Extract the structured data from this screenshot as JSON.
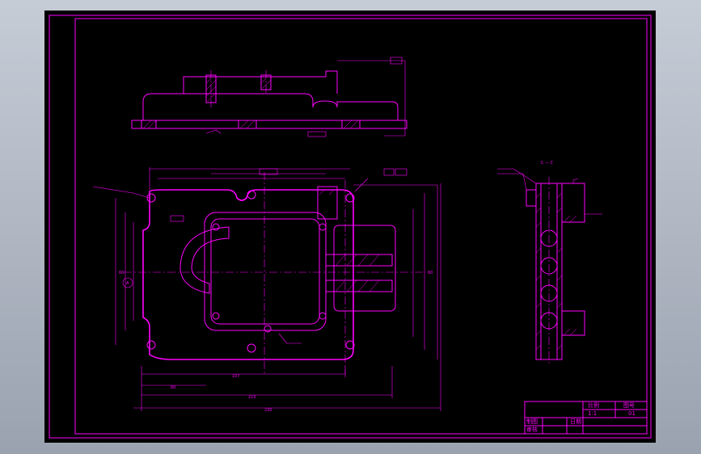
{
  "title_block": {
    "scale_label": "比例",
    "scale_value": "1:1",
    "drawing_no_label": "图号",
    "drawing_no_value": "01",
    "drafted_label": "制图",
    "checked_label": "审核",
    "date_label": "日期"
  },
  "section_label": "C — C",
  "datum_label": "A",
  "dims": {
    "d_107": "107",
    "d_60": "60",
    "d_210": "210",
    "d_230": "230",
    "d_60b": "60",
    "d_60c": "60"
  },
  "colors": {
    "sheet_bg": "#000000",
    "line": "#ff00ff",
    "window_bg": "#b4bcc8"
  }
}
